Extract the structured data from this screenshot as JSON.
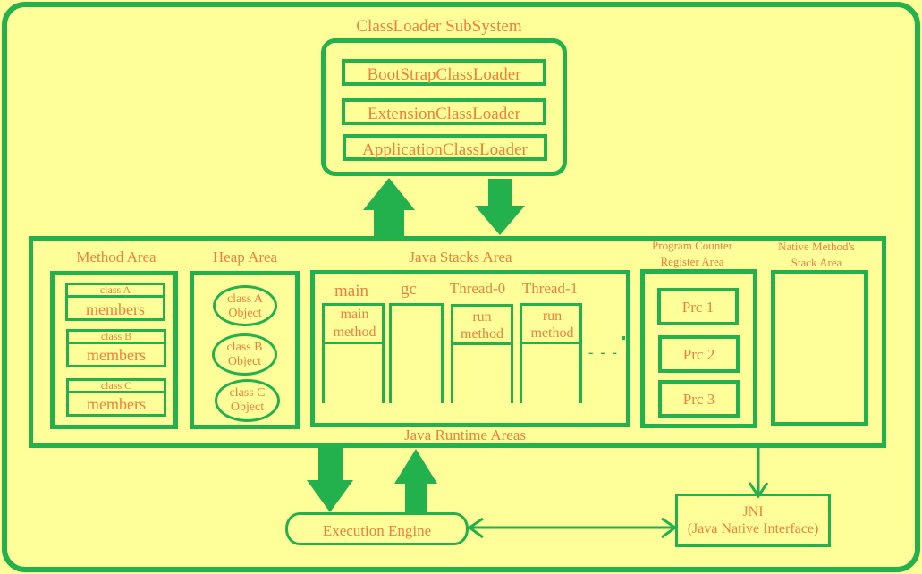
{
  "colors": {
    "background": "#ffff99",
    "stroke": "#22b14c",
    "text": "#f07f3c"
  },
  "classloader": {
    "title": "ClassLoader SubSystem",
    "loaders": [
      "BootStrapClassLoader",
      "ExtensionClassLoader",
      "ApplicationClassLoader"
    ]
  },
  "runtime": {
    "title": "Java Runtime Areas",
    "method_area": {
      "title": "Method Area",
      "classes": [
        {
          "name": "class A",
          "body": "members"
        },
        {
          "name": "class B",
          "body": "members"
        },
        {
          "name": "class C",
          "body": "members"
        }
      ]
    },
    "heap_area": {
      "title": "Heap Area",
      "objects": [
        {
          "line1": "class A",
          "line2": "Object"
        },
        {
          "line1": "class B",
          "line2": "Object"
        },
        {
          "line1": "class C",
          "line2": "Object"
        }
      ]
    },
    "stacks_area": {
      "title": "Java Stacks Area",
      "threads": [
        {
          "name": "main",
          "frame1": "main",
          "frame2": "method"
        },
        {
          "name": "gc",
          "frame1": "",
          "frame2": ""
        },
        {
          "name": "Thread-0",
          "frame1": "run",
          "frame2": "method"
        },
        {
          "name": "Thread-1",
          "frame1": "run",
          "frame2": "method"
        }
      ],
      "ellipsis": "- - -"
    },
    "pc_register": {
      "title_line1": "Program Counter",
      "title_line2": "Register Area",
      "registers": [
        "Prc 1",
        "Prc 2",
        "Prc 3"
      ]
    },
    "native_stack": {
      "title_line1": "Native Method's",
      "title_line2": "Stack Area"
    }
  },
  "execution_engine": {
    "label": "Execution Engine"
  },
  "jni": {
    "line1": "JNI",
    "line2": "(Java Native Interface)"
  }
}
